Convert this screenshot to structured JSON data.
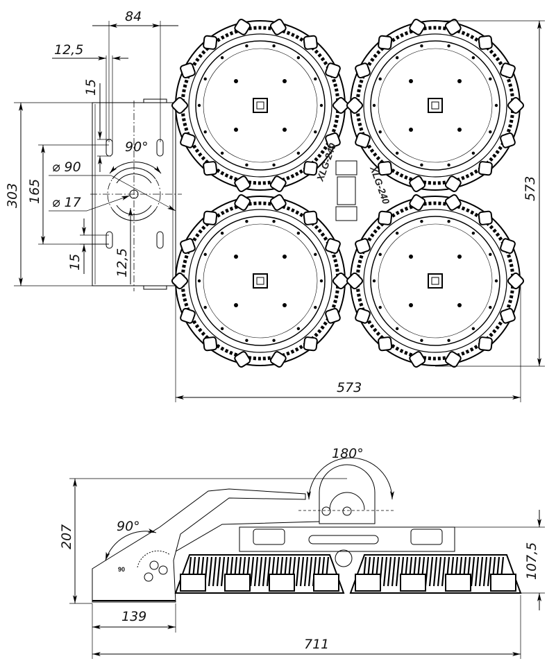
{
  "top_view": {
    "dimensions": {
      "bracket_hole_spacing": "84",
      "slot_width": "12,5",
      "slot_length_top": "15",
      "bracket_height": "303",
      "hole_spacing_vertical": "165",
      "circle_diameter": "⌀ 90",
      "center_hole_diameter": "⌀ 17",
      "slot_length_bottom": "15",
      "arc_slot_width": "12,5",
      "rotation_angle": "90°",
      "overall_height": "573",
      "overall_width": "573"
    },
    "model_marking": "XLG-240"
  },
  "side_view": {
    "dimensions": {
      "rotation_angle_top": "180°",
      "tilt_angle": "90°",
      "overall_height": "207",
      "lamp_height": "107,5",
      "base_length": "139",
      "overall_length": "711"
    },
    "scale_mark": "90"
  }
}
